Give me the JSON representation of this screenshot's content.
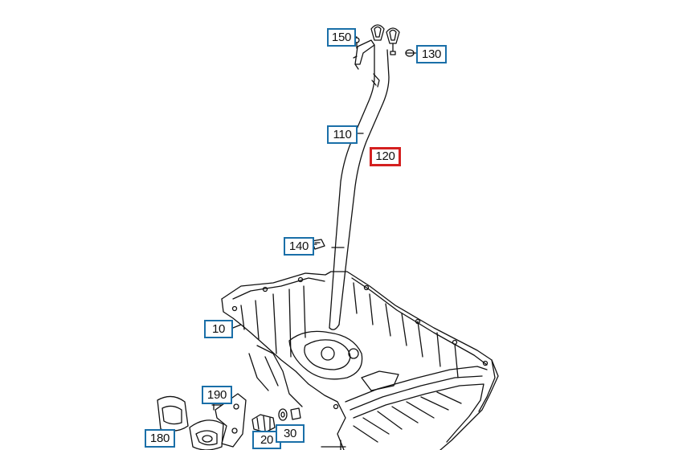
{
  "callouts": [
    {
      "id": "150",
      "label": "150",
      "selected": false
    },
    {
      "id": "130",
      "label": "130",
      "selected": false
    },
    {
      "id": "110",
      "label": "110",
      "selected": false
    },
    {
      "id": "120",
      "label": "120",
      "selected": true
    },
    {
      "id": "140",
      "label": "140",
      "selected": false
    },
    {
      "id": "10",
      "label": "10",
      "selected": false
    },
    {
      "id": "190",
      "label": "190",
      "selected": false
    },
    {
      "id": "180",
      "label": "180",
      "selected": false
    },
    {
      "id": "20",
      "label": "20",
      "selected": false
    },
    {
      "id": "30",
      "label": "30",
      "selected": false
    }
  ],
  "colors": {
    "callout_border": "#1a6fa8",
    "selected_border": "#d42020",
    "line": "#111111",
    "background": "#ffffff"
  }
}
